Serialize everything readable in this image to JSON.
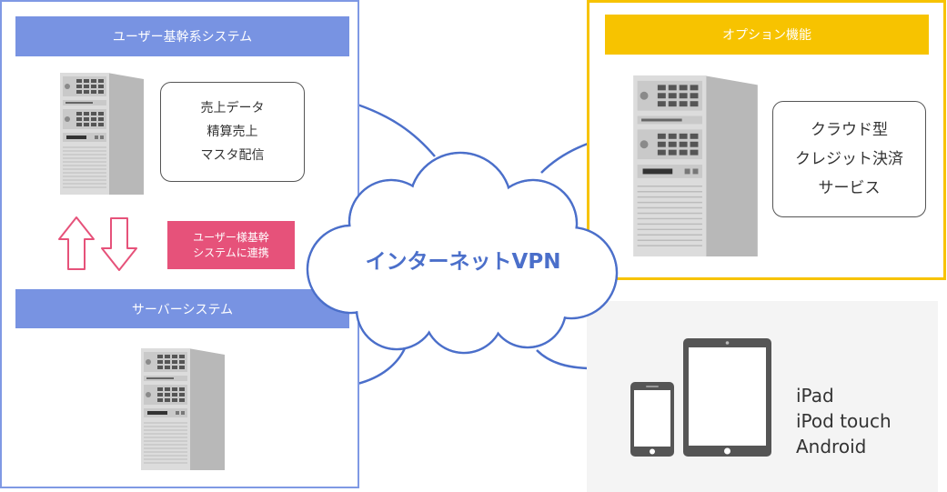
{
  "user_system": {
    "title": "ユーザー基幹系システム",
    "functions": [
      "売上データ",
      "精算売上",
      "マスタ配信"
    ]
  },
  "link_label": [
    "ユーザー様基幹",
    "システムに連携"
  ],
  "server_system": {
    "title": "サーバーシステム"
  },
  "network": {
    "label": "インターネットVPN"
  },
  "option": {
    "title": "オプション機能",
    "functions": [
      "クラウド型",
      "クレジット決済",
      "サービス"
    ]
  },
  "devices": {
    "names": [
      "iPad",
      "iPod touch",
      "Android"
    ]
  },
  "colors": {
    "blue": "#7893e2",
    "yellow": "#f7c300",
    "pink": "#e6527a",
    "network_line": "#4b6fca"
  },
  "icons": [
    "tower-server-icon",
    "up-arrow-icon",
    "down-arrow-icon",
    "cloud-icon",
    "smartphone-icon",
    "tablet-icon"
  ]
}
